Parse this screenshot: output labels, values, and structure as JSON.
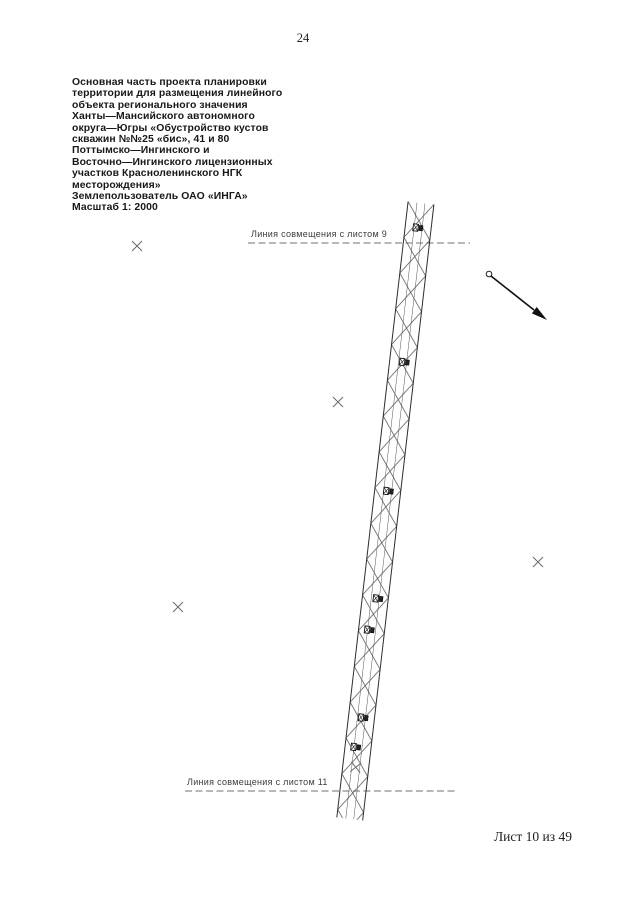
{
  "page": {
    "number": "24",
    "sheet_label": "Лист 10 из 49"
  },
  "title_block": {
    "lines": [
      "Основная часть проекта планировки",
      "территории для размещения линейного",
      "объекта регионального значения",
      "Ханты—Мансийского автономного",
      "округа—Югры «Обустройство кустов",
      "скважин №№25 «бис», 41 и 80",
      "Поттымско—Ингинского и",
      "Восточно—Ингинского лицензионных",
      "участков Красноленинского НГК",
      "месторождения»",
      "Землепользователь ОАО «ИНГА»",
      "Масштаб 1: 2000"
    ]
  },
  "map": {
    "match_line_top_label": "Линия совмещения с листом 9",
    "match_line_bottom_label": "Линия совмещения с листом 11"
  },
  "colors": {
    "ink": "#1b1b1b",
    "line": "#3a3a3a",
    "light_line": "#6a6a6a"
  }
}
